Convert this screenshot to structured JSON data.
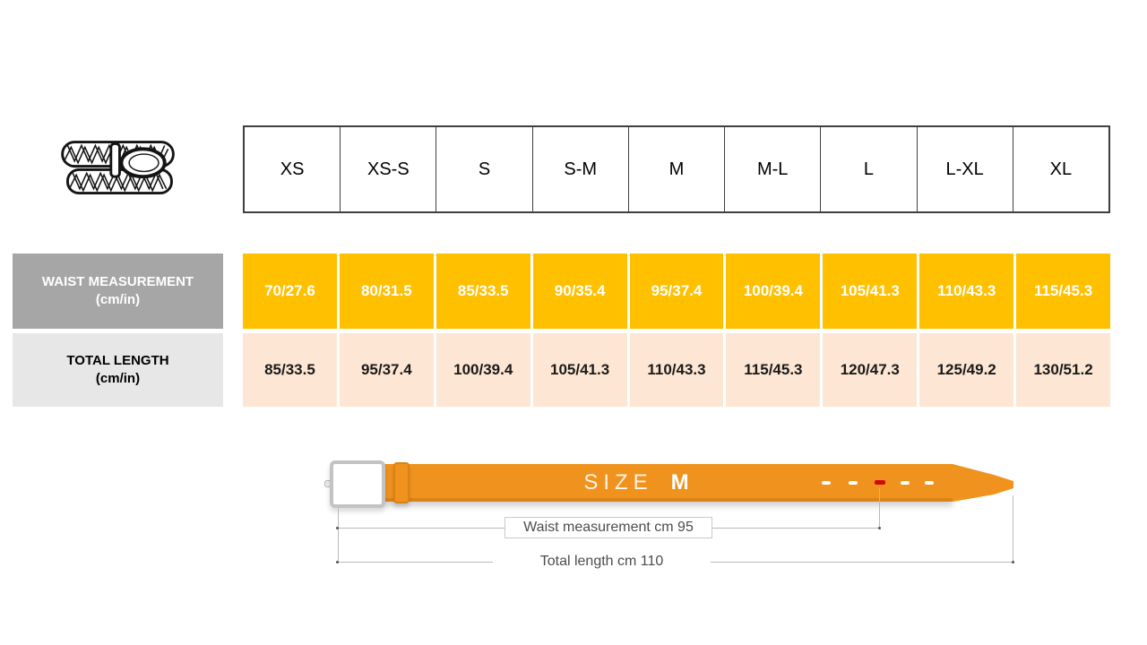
{
  "table": {
    "sizes": [
      "XS",
      "XS-S",
      "S",
      "S-M",
      "M",
      "M-L",
      "L",
      "L-XL",
      "XL"
    ],
    "rows": [
      {
        "label": "WAIST MEASUREMENT",
        "unit": "(cm/in)",
        "values": [
          "70/27.6",
          "80/31.5",
          "85/33.5",
          "90/35.4",
          "95/37.4",
          "100/39.4",
          "105/41.3",
          "110/43.3",
          "115/45.3"
        ]
      },
      {
        "label": "TOTAL LENGTH",
        "unit": "(cm/in)",
        "values": [
          "85/33.5",
          "95/37.4",
          "100/39.4",
          "105/41.3",
          "110/43.3",
          "115/45.3",
          "120/47.3",
          "125/49.2",
          "130/51.2"
        ]
      }
    ]
  },
  "diagram": {
    "size_word": "SIZE",
    "size_value": "M",
    "waist_annotation": "Waist measurement cm 95",
    "total_annotation": "Total length cm 110"
  },
  "colors": {
    "waist_row_bg": "#ffc000",
    "length_row_bg": "#fde7d4",
    "waist_label_bg": "#a6a6a6",
    "length_label_bg": "#e7e7e7",
    "belt_orange": "#f0931e",
    "selected_hole_red": "#cf0a0a",
    "table_border": "#3f3f3f"
  }
}
